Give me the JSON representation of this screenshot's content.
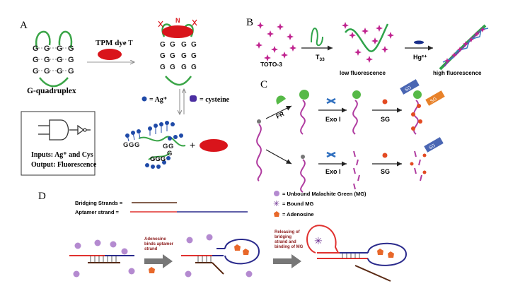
{
  "panels": {
    "a": {
      "letter": "A",
      "gq_label": "G-quadruplex",
      "dye_label": "TPM dye",
      "dye_suffix": "T",
      "g": "G",
      "ag_legend": "= Ag⁺",
      "cys_legend": "= cysteine",
      "plus": "+",
      "inputs": "Inputs:  Ag⁺ and Cys",
      "output": "Output:  Fluorescence",
      "ggg": "GGG",
      "colors": {
        "dye": "#d9141b",
        "loop": "#3aa547",
        "ag": "#1f4aa8",
        "cys": "#4b2ea1"
      }
    },
    "b": {
      "letter": "B",
      "toto": "TOTO-3",
      "t33": "T",
      "t33_sub": "33",
      "low": "low fluorescence",
      "hg": "Hg²⁺",
      "high": "high fluorescence",
      "colors": {
        "star": "#c0238f",
        "strand": "#2fa34a",
        "hg": "#1a2f8a",
        "helix": "#7b3da6"
      }
    },
    "c": {
      "letter": "C",
      "fr": "FR",
      "exo_top": "Exo I",
      "sg_top": "SG",
      "exo_bottom": "Exo I",
      "sg_bottom": "SG",
      "sg_tag_top_1": "SG",
      "sg_tag_top_2": "SG",
      "sg_tag_bottom": "SG",
      "colors": {
        "strand": "#b03ca0",
        "protein": "#56b947",
        "scissors": "#2f6fbf",
        "sg": "#e34a22"
      }
    },
    "d": {
      "letter": "D",
      "bridging": "Bridging Strands =",
      "aptamer": "Aptamer strand =",
      "unbound": "= Unbound Malachite Green (MG)",
      "bound": "= Bound MG",
      "adenosine": "= Adenosine",
      "step1": [
        "Adenosine",
        "binds aptamer",
        "strand"
      ],
      "step2": [
        "Releasing of",
        "bridging",
        "strand and",
        "binding of MG"
      ],
      "colors": {
        "bridging": "#5a2a14",
        "aptamer_red": "#e0312f",
        "aptamer_blue": "#2a2a8c",
        "mg": "#b48ad0",
        "bound": "#6a2c8f",
        "adenosine": "#e8682a",
        "arrow": "#777777",
        "step_text": "#8b1a1a"
      }
    }
  }
}
